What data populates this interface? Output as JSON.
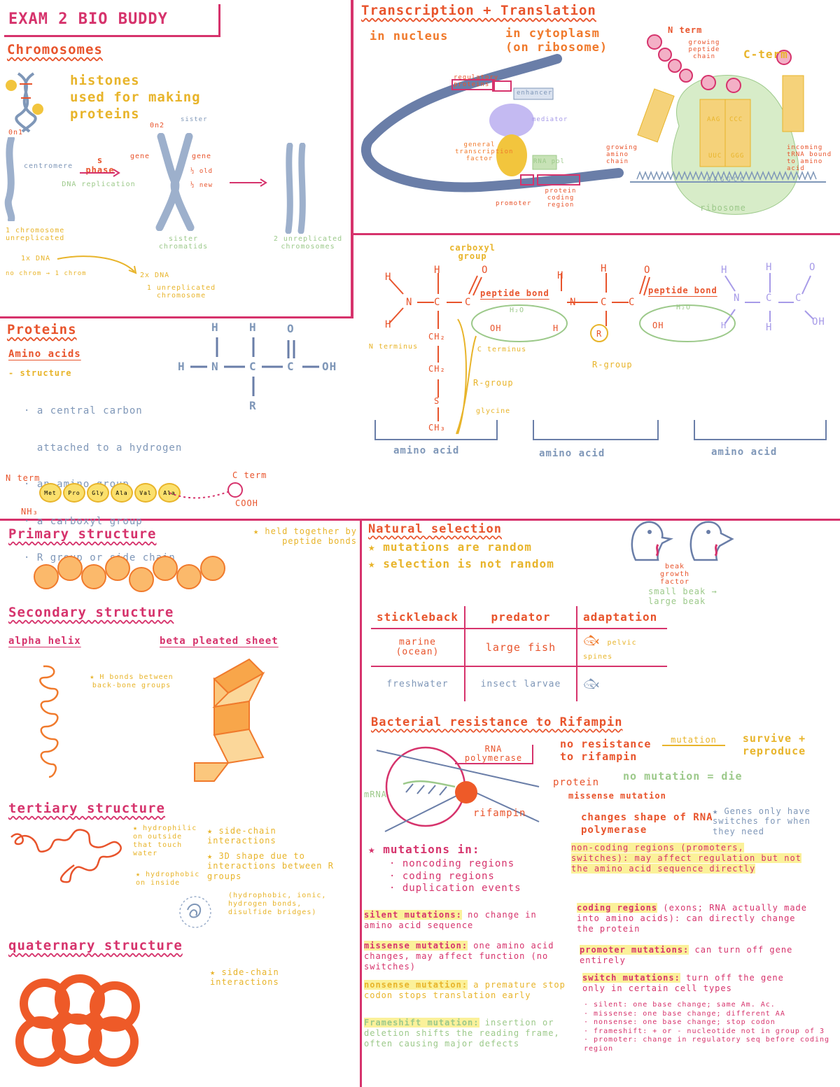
{
  "title": "EXAM 2 BIO BUDDY",
  "chromosomes": {
    "heading": "Chromosomes",
    "histones": "histones",
    "histones_note": "used for making proteins",
    "label_1n": "0n1",
    "label_2n": "0n2",
    "sister_left": "sister",
    "centromere": "centromere",
    "s_phase": "s phase",
    "dna_replication": "DNA replication",
    "gene_left": "gene",
    "gene_right": "gene",
    "half_old": "½ old",
    "half_new": "½ new",
    "sister_chromatids": "sister chromatids",
    "one_chromosome": "1 chromosome unreplicated",
    "one_dna": "1x DNA",
    "no_chrom": "no chrom → 1 chrom",
    "two_dna": "2x DNA",
    "one_unreplicated": "1 unreplicated chromosome",
    "two_unreplicated": "2 unreplicated chromosomes"
  },
  "transcription": {
    "heading": "Transcription + Translation",
    "in_nucleus": "in nucleus",
    "in_cytoplasm": "in cytoplasm (on ribosome)",
    "regulatory": "regulatory proteins",
    "enhancer": "enhancer",
    "mediator": "mediator",
    "general_tf": "general transcription factor",
    "rna_pol": "RNA pol",
    "promoter": "promoter",
    "protein_coding": "protein coding region",
    "n_term": "N term",
    "growing": "growing peptide chain",
    "c_term": "C-term",
    "aa_left": "AAG",
    "aa_right": "CCC",
    "trna_left": "UUC",
    "trna_right": "GGG",
    "mrna_codons": "AAGGCC",
    "growing_left": "growing amino chain",
    "incoming": "incoming tRNA bound to amino acid",
    "ribosome": "ribosome"
  },
  "peptide": {
    "carboxyl": "carboxyl group",
    "peptide_bond": "peptide bond",
    "h2o": "H₂O",
    "n_terminus": "N terminus",
    "c_terminus": "C terminus",
    "r_group": "R-group",
    "r_group_2": "R-group",
    "glycine": "glycine",
    "ch2": "CH₂",
    "s": "S",
    "ch3": "CH₃",
    "amino_acid_1": "amino acid",
    "amino_acid_2": "amino acid",
    "amino_acid_3": "amino acid",
    "oh": "OH",
    "h": "H",
    "n": "N",
    "c": "C",
    "o": "O",
    "r": "R"
  },
  "proteins": {
    "heading": "Proteins",
    "sub": "Amino acids",
    "structure": "- structure",
    "bullets": [
      "· a central carbon",
      "  attached to a hydrogen",
      "· an amino group",
      "· a carboxyl group",
      "· R group or side chain"
    ],
    "nterm": "N term",
    "cterm": "C term",
    "nh3": "NH₃",
    "cooh": "COOH",
    "residues": [
      "Met",
      "Pro",
      "Gly",
      "Ala",
      "Val",
      "Ala"
    ]
  },
  "structures": {
    "primary": "Primary structure",
    "primary_note": "★ held together by peptide bonds",
    "secondary": "Secondary structure",
    "alpha": "alpha helix",
    "beta": "beta pleated sheet",
    "hbonds": "★ H bonds between back-bone groups",
    "tertiary": "tertiary structure",
    "hydrophilic": "★ hydrophilic on outside that touch water",
    "hydrophobic": "★ hydrophobic on inside",
    "sidechain": "★ side-chain interactions",
    "shape3d": "★ 3D shape due to interactions between R groups",
    "shape3d_detail": "(hydrophobic, ionic, hydrogen bonds, disulfide bridges)",
    "quaternary": "quaternary structure",
    "quat_note": "★ side-chain interactions"
  },
  "selection": {
    "heading": "Natural selection",
    "l1": "★ mutations are random",
    "l2": "★ selection is not random",
    "beak": "beak growth factor",
    "small": "small beak → large beak",
    "table_headers": [
      "stickleback",
      "predator",
      "adaptation"
    ],
    "rows": [
      {
        "a": "marine (ocean)",
        "b": "large fish",
        "c": "pelvic spines"
      },
      {
        "a": "freshwater",
        "b": "insect larvae",
        "c": ""
      }
    ]
  },
  "bacteria": {
    "heading": "Bacterial resistance to Rifampin",
    "rna_pol": "RNA polymerase",
    "mrna": "mRNA",
    "protein": "protein",
    "rifampin": "rifampin",
    "no_res": "no resistance to rifampin",
    "mutation": "mutation",
    "survive": "survive + reproduce",
    "no_mut": "no mutation = die",
    "missense": "missense mutation",
    "changes": "changes shape of RNA polymerase",
    "genes": "★ Genes only have switches for when they need",
    "mut_in": "★ mutations in:",
    "mut_items": [
      "· noncoding regions",
      "· coding regions",
      "· duplication events"
    ],
    "noncoding": "non-coding regions (promoters, switches): may affect regulation but not the amino acid sequence directly",
    "silent_k": "silent mutations:",
    "silent_v": "no change in amino acid sequence",
    "missense_k": "missense mutation:",
    "missense_v": "one amino acid changes, may affect function (no switches)",
    "nonsense_k": "nonsense mutation:",
    "nonsense_v": "a premature stop codon stops translation early",
    "frameshift_k": "Frameshift mutation:",
    "frameshift_v": "insertion or deletion shifts the reading frame, often causing major defects",
    "coding_k": "coding regions",
    "coding_v": "(exons; RNA actually made into amino acids): can directly change the protein",
    "promoter_k": "promoter mutations:",
    "promoter_v": "can turn off gene entirely",
    "switch_k": "switch mutations:",
    "switch_v": "turn off the gene only in certain cell types",
    "summary": [
      "· silent: one base change; same Am. Ac.",
      "· missense: one base change; different AA",
      "· nonsense: one base change; stop codon",
      "· frameshift: + or - nucleotide not in group of 3",
      "· promoter: change in regulatory seq before coding region"
    ]
  }
}
